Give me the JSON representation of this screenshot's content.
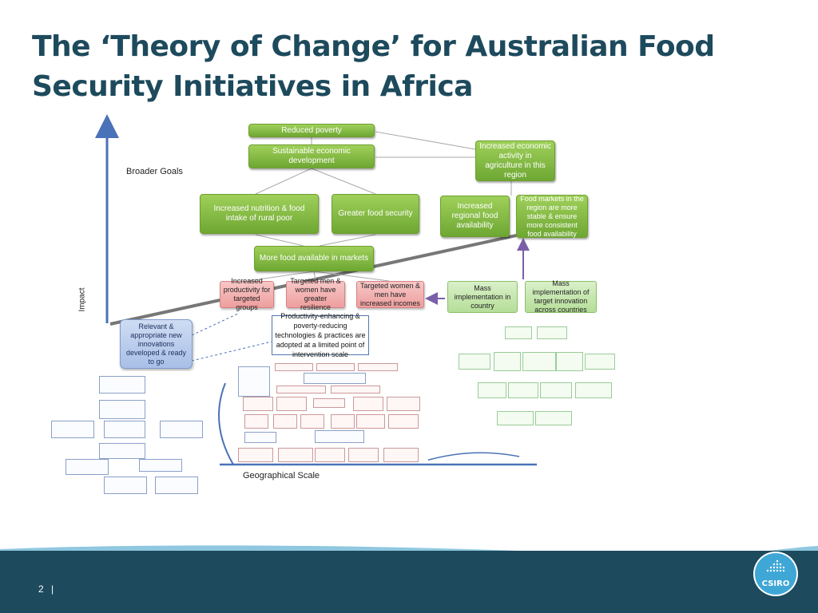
{
  "slide": {
    "title": "The ‘Theory of Change’ for Australian Food Security Initiatives in Africa",
    "page_number": "2",
    "page_separator": "|"
  },
  "axes": {
    "y_label": "Impact",
    "x_label": "Geographical Scale",
    "broader_goals_label": "Broader Goals"
  },
  "green_boxes": {
    "reduced_poverty": "Reduced poverty",
    "sustainable_development": "Sustainable economic development",
    "increased_activity": "Increased economic activity in agriculture in this region",
    "nutrition": "Increased nutrition & food intake of rural poor",
    "food_security": "Greater food security",
    "regional_availability": "Increased regional food availability",
    "food_markets": "Food markets in the region are more stable & ensure more consistent food availability",
    "more_food": "More food available in markets"
  },
  "pink_boxes": {
    "productivity": "Increased productivity for targeted groups",
    "resilience": "Targeted men & women have greater resilience",
    "incomes": "Targeted women & men have increased incomes"
  },
  "mass_boxes": {
    "in_country": "Mass implementation in country",
    "across_countries": "Mass implementation of target innovation across countries"
  },
  "lower_boxes": {
    "innovations": "Relevant & appropriate new innovations developed & ready to go",
    "adopted": "Productivity-enhancing & poverty-reducing technologies & practices are adopted at a limited point of intervention scale"
  },
  "colors": {
    "title": "#1d4a5c",
    "green": "#8cc34a",
    "pink": "#f4b6b6",
    "blue": "#b9cdee",
    "footer": "#1d4a5c",
    "logo": "#3fa7d6"
  },
  "logo": {
    "text": "CSIRO"
  }
}
